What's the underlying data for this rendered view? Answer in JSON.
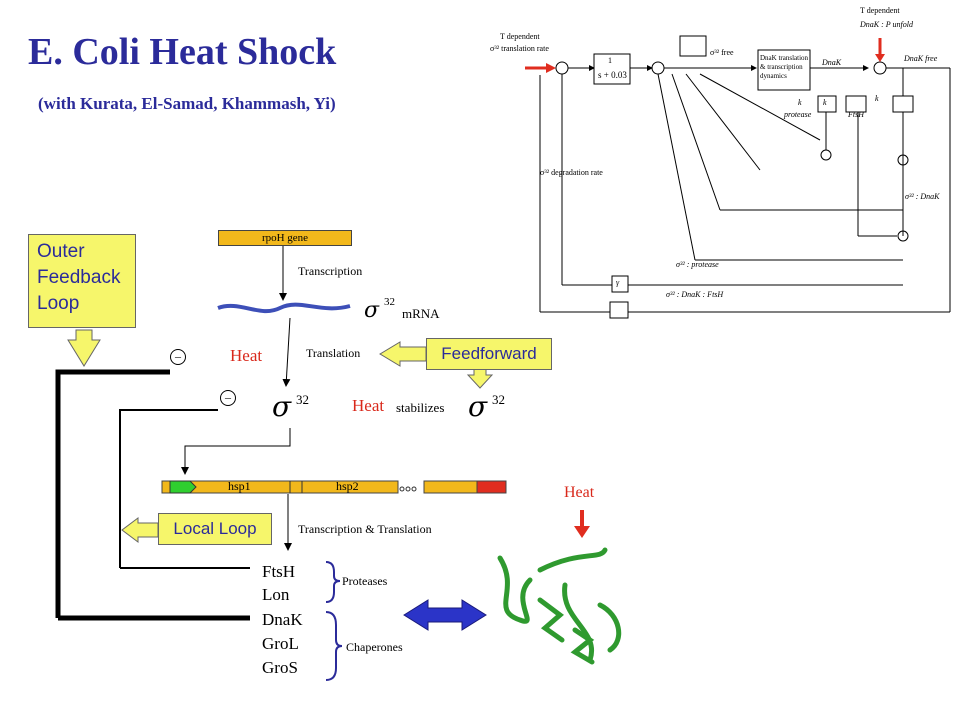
{
  "title": "E. Coli Heat Shock",
  "subtitle": "(with Kurata, El-Samad, Khammash, Yi)",
  "outer_loop_box": {
    "lines": [
      "Outer",
      "Feedback",
      "Loop"
    ]
  },
  "feedforward_box": "Feedforward",
  "local_loop_box": "Local Loop",
  "gene_bar": "rpoH gene",
  "transcription": "Transcription",
  "translation": "Translation",
  "transcription_translation": "Transcription & Translation",
  "sigma": "σ",
  "sup32": "32",
  "mrna": "mRNA",
  "heat": "Heat",
  "stabilizes": "stabilizes",
  "minus": "–",
  "operon": {
    "hsp1": "hsp1",
    "hsp2": "hsp2"
  },
  "proteins": [
    "FtsH",
    "Lon",
    "DnaK",
    "GroL",
    "GroS"
  ],
  "proteases": "Proteases",
  "chaperones": "Chaperones",
  "block_diagram": {
    "t_dependent_left": "T dependent",
    "translation_rate": "σ³² translation rate",
    "transfer_num": "1",
    "transfer_den": "s + 0.03",
    "sigma_free": "σ³² free",
    "dnak_free": "DnaK free",
    "dnak_dynamics": "DnaK translation & transcription dynamics",
    "dnak": "DnaK",
    "t_dependent_right": "T dependent",
    "dnak_punfold": "DnaK : P unfold",
    "k_label": "k",
    "protease": "protease",
    "ftsh": "FtsH",
    "degradation_rate": "σ³² degradation rate",
    "sigma_dnak": "σ³² : DnaK",
    "sigma_protease": "σ³² : protease",
    "sigma_dnak_ftsh": "σ³² : DnaK : FtsH",
    "gamma": "γ"
  }
}
